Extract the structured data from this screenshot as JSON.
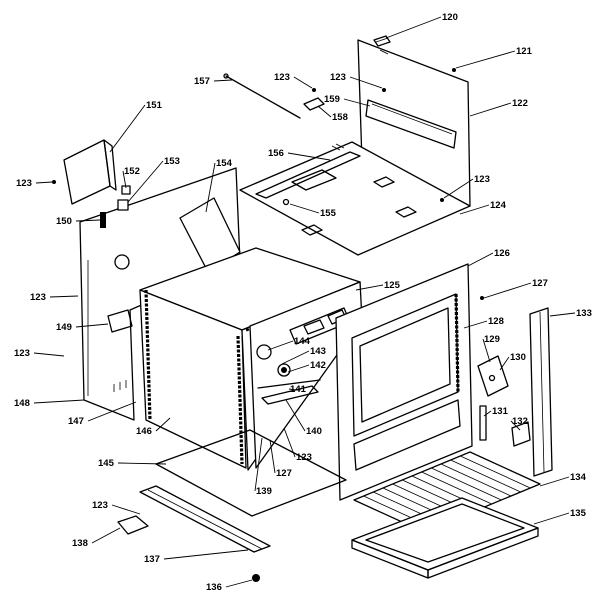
{
  "diagram": {
    "callouts": [
      {
        "id": "c120",
        "text": "120"
      },
      {
        "id": "c121",
        "text": "121"
      },
      {
        "id": "c122",
        "text": "122"
      },
      {
        "id": "c157",
        "text": "157"
      },
      {
        "id": "c123a",
        "text": "123"
      },
      {
        "id": "c123b",
        "text": "123"
      },
      {
        "id": "c159",
        "text": "159"
      },
      {
        "id": "c158",
        "text": "158"
      },
      {
        "id": "c151",
        "text": "151"
      },
      {
        "id": "c156",
        "text": "156"
      },
      {
        "id": "c152",
        "text": "152"
      },
      {
        "id": "c153",
        "text": "153"
      },
      {
        "id": "c154",
        "text": "154"
      },
      {
        "id": "c123c",
        "text": "123"
      },
      {
        "id": "c123d",
        "text": "123"
      },
      {
        "id": "c150",
        "text": "150"
      },
      {
        "id": "c155",
        "text": "155"
      },
      {
        "id": "c124",
        "text": "124"
      },
      {
        "id": "c126",
        "text": "126"
      },
      {
        "id": "c125",
        "text": "125"
      },
      {
        "id": "c127a",
        "text": "127"
      },
      {
        "id": "c123e",
        "text": "123"
      },
      {
        "id": "c133",
        "text": "133"
      },
      {
        "id": "c128",
        "text": "128"
      },
      {
        "id": "c149",
        "text": "149"
      },
      {
        "id": "c144",
        "text": "144"
      },
      {
        "id": "c143",
        "text": "143"
      },
      {
        "id": "c142",
        "text": "142"
      },
      {
        "id": "c129",
        "text": "129"
      },
      {
        "id": "c130",
        "text": "130"
      },
      {
        "id": "c123f",
        "text": "123"
      },
      {
        "id": "c148",
        "text": "148"
      },
      {
        "id": "c141",
        "text": "141"
      },
      {
        "id": "c147",
        "text": "147"
      },
      {
        "id": "c146",
        "text": "146"
      },
      {
        "id": "c140",
        "text": "140"
      },
      {
        "id": "c131",
        "text": "131"
      },
      {
        "id": "c132",
        "text": "132"
      },
      {
        "id": "c123g",
        "text": "123"
      },
      {
        "id": "c127b",
        "text": "127"
      },
      {
        "id": "c145",
        "text": "145"
      },
      {
        "id": "c139",
        "text": "139"
      },
      {
        "id": "c134",
        "text": "134"
      },
      {
        "id": "c123h",
        "text": "123"
      },
      {
        "id": "c135",
        "text": "135"
      },
      {
        "id": "c138",
        "text": "138"
      },
      {
        "id": "c137",
        "text": "137"
      },
      {
        "id": "c136",
        "text": "136"
      }
    ]
  }
}
